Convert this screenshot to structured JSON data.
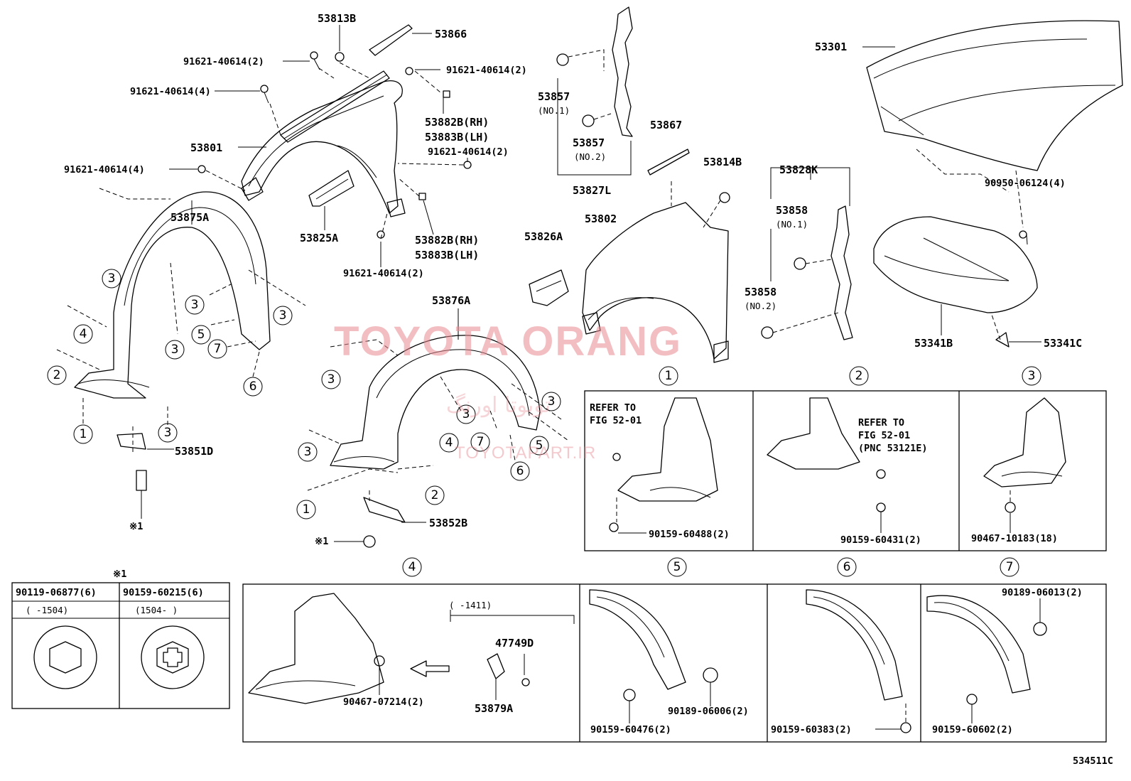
{
  "labels": {
    "p53813B": "53813B",
    "p53866": "53866",
    "b91621_a": "91621-40614(2)",
    "b91621_b": "91621-40614(2)",
    "b91621_c": "91621-40614(4)",
    "p53882B_1": "53882B(RH)",
    "p53883B_1": "53883B(LH)",
    "b91621_d": "91621-40614(2)",
    "p53801": "53801",
    "b91621_e": "91621-40614(4)",
    "p53825A": "53825A",
    "p53882B_2": "53882B(RH)",
    "p53883B_2": "53883B(LH)",
    "b91621_f": "91621-40614(2)",
    "p53857_1": "53857",
    "no1_a": "(NO.1)",
    "p53857_2": "53857",
    "no2_a": "(NO.2)",
    "p53827L": "53827L",
    "p53867": "53867",
    "p53814B": "53814B",
    "p53802": "53802",
    "p53826A": "53826A",
    "p53828K": "53828K",
    "p53858_1": "53858",
    "no1_b": "(NO.1)",
    "p53858_2": "53858",
    "no2_b": "(NO.2)",
    "p53301": "53301",
    "b90950": "90950-06124(4)",
    "p53341B": "53341B",
    "p53341C": "53341C",
    "p53875A": "53875A",
    "p53851D": "53851D",
    "x1_a": "※1",
    "p53876A": "53876A",
    "p53852B": "53852B",
    "x1_b": "※1"
  },
  "detail_top": {
    "c1": {
      "num": "1",
      "refer1": "REFER TO",
      "refer2": "FIG 52-01",
      "part": "90159-60488(2)"
    },
    "c2": {
      "num": "2",
      "refer1": "REFER TO",
      "refer2": "FIG 52-01",
      "refer3": "(PNC 53121E)",
      "part": "90159-60431(2)"
    },
    "c3": {
      "num": "3",
      "part": "90467-10183(18)"
    }
  },
  "detail_bottom": {
    "c4": {
      "num": "4",
      "range": "(      -1411)",
      "part_a": "47749D",
      "part_b": "53879A",
      "part_c": "90467-07214(2)"
    },
    "c5": {
      "num": "5",
      "part_a": "90189-06006(2)",
      "part_b": "90159-60476(2)"
    },
    "c6": {
      "num": "6",
      "part_a": "90159-60383(2)"
    },
    "c7": {
      "num": "7",
      "part_a": "90189-06013(2)",
      "part_b": "90159-60602(2)"
    }
  },
  "bolt_table": {
    "marker": "※1",
    "col1_part": "90119-06877(6)",
    "col1_range": "(      -1504)",
    "col2_part": "90159-60215(6)",
    "col2_range": "(1504-      )"
  },
  "callouts": {
    "c1": "1",
    "c2": "2",
    "c3": "3",
    "c4": "4",
    "c5": "5",
    "c6": "6",
    "c7": "7"
  },
  "watermark": {
    "main": "TOYOTA ORANG",
    "site": "TOYOTAPART.IR",
    "persian": "تویوتا اورنگ"
  },
  "figure_code": "534511C",
  "watermark_color": "#e88a92"
}
